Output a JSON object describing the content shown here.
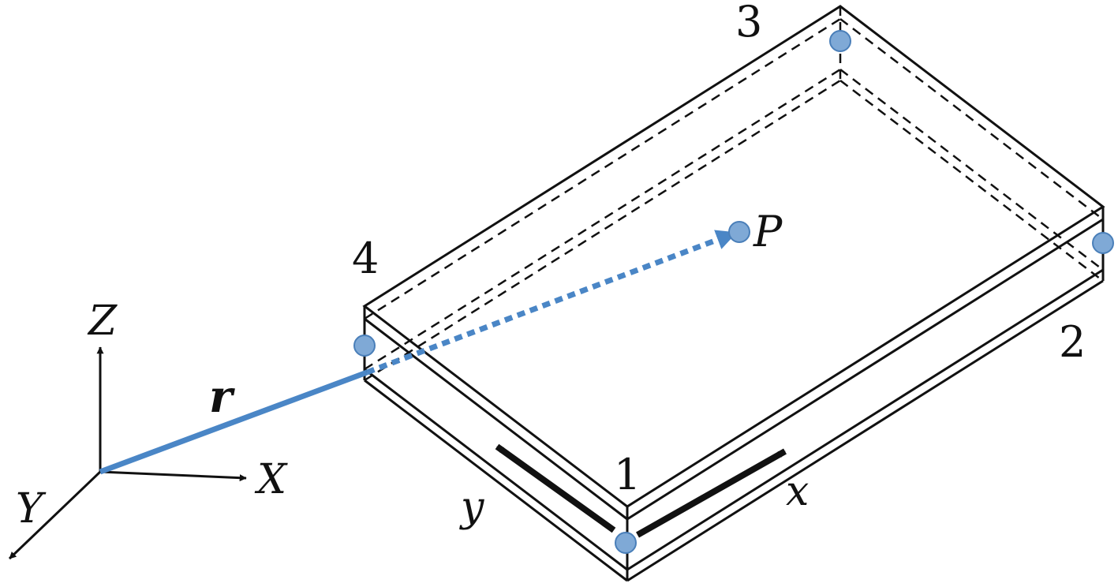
{
  "labels": {
    "corner_1": "1",
    "corner_2": "2",
    "corner_3": "3",
    "corner_4": "4",
    "point_p": "P",
    "position_vector": "r",
    "local_x": "x",
    "local_y": "y",
    "global_x": "X",
    "global_y": "Y",
    "global_z": "Z"
  },
  "colors": {
    "stroke": "#111111",
    "vector_blue": "#4a86c6",
    "node_fill": "#7fa9d6",
    "node_stroke": "#4a7fb9"
  }
}
